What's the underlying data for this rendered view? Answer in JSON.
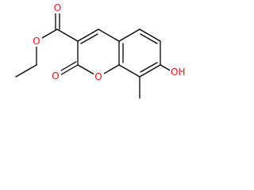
{
  "structure": {
    "atoms": {
      "ester_carbonyl_o": "O",
      "ester_ether_o": "O",
      "lactone_carbonyl_o": "O",
      "ring_o": "O",
      "hydroxyl_o": "O",
      "hydroxyl_h": "H"
    },
    "label_color": "#ff0d0d",
    "bond_color": "#000000"
  }
}
